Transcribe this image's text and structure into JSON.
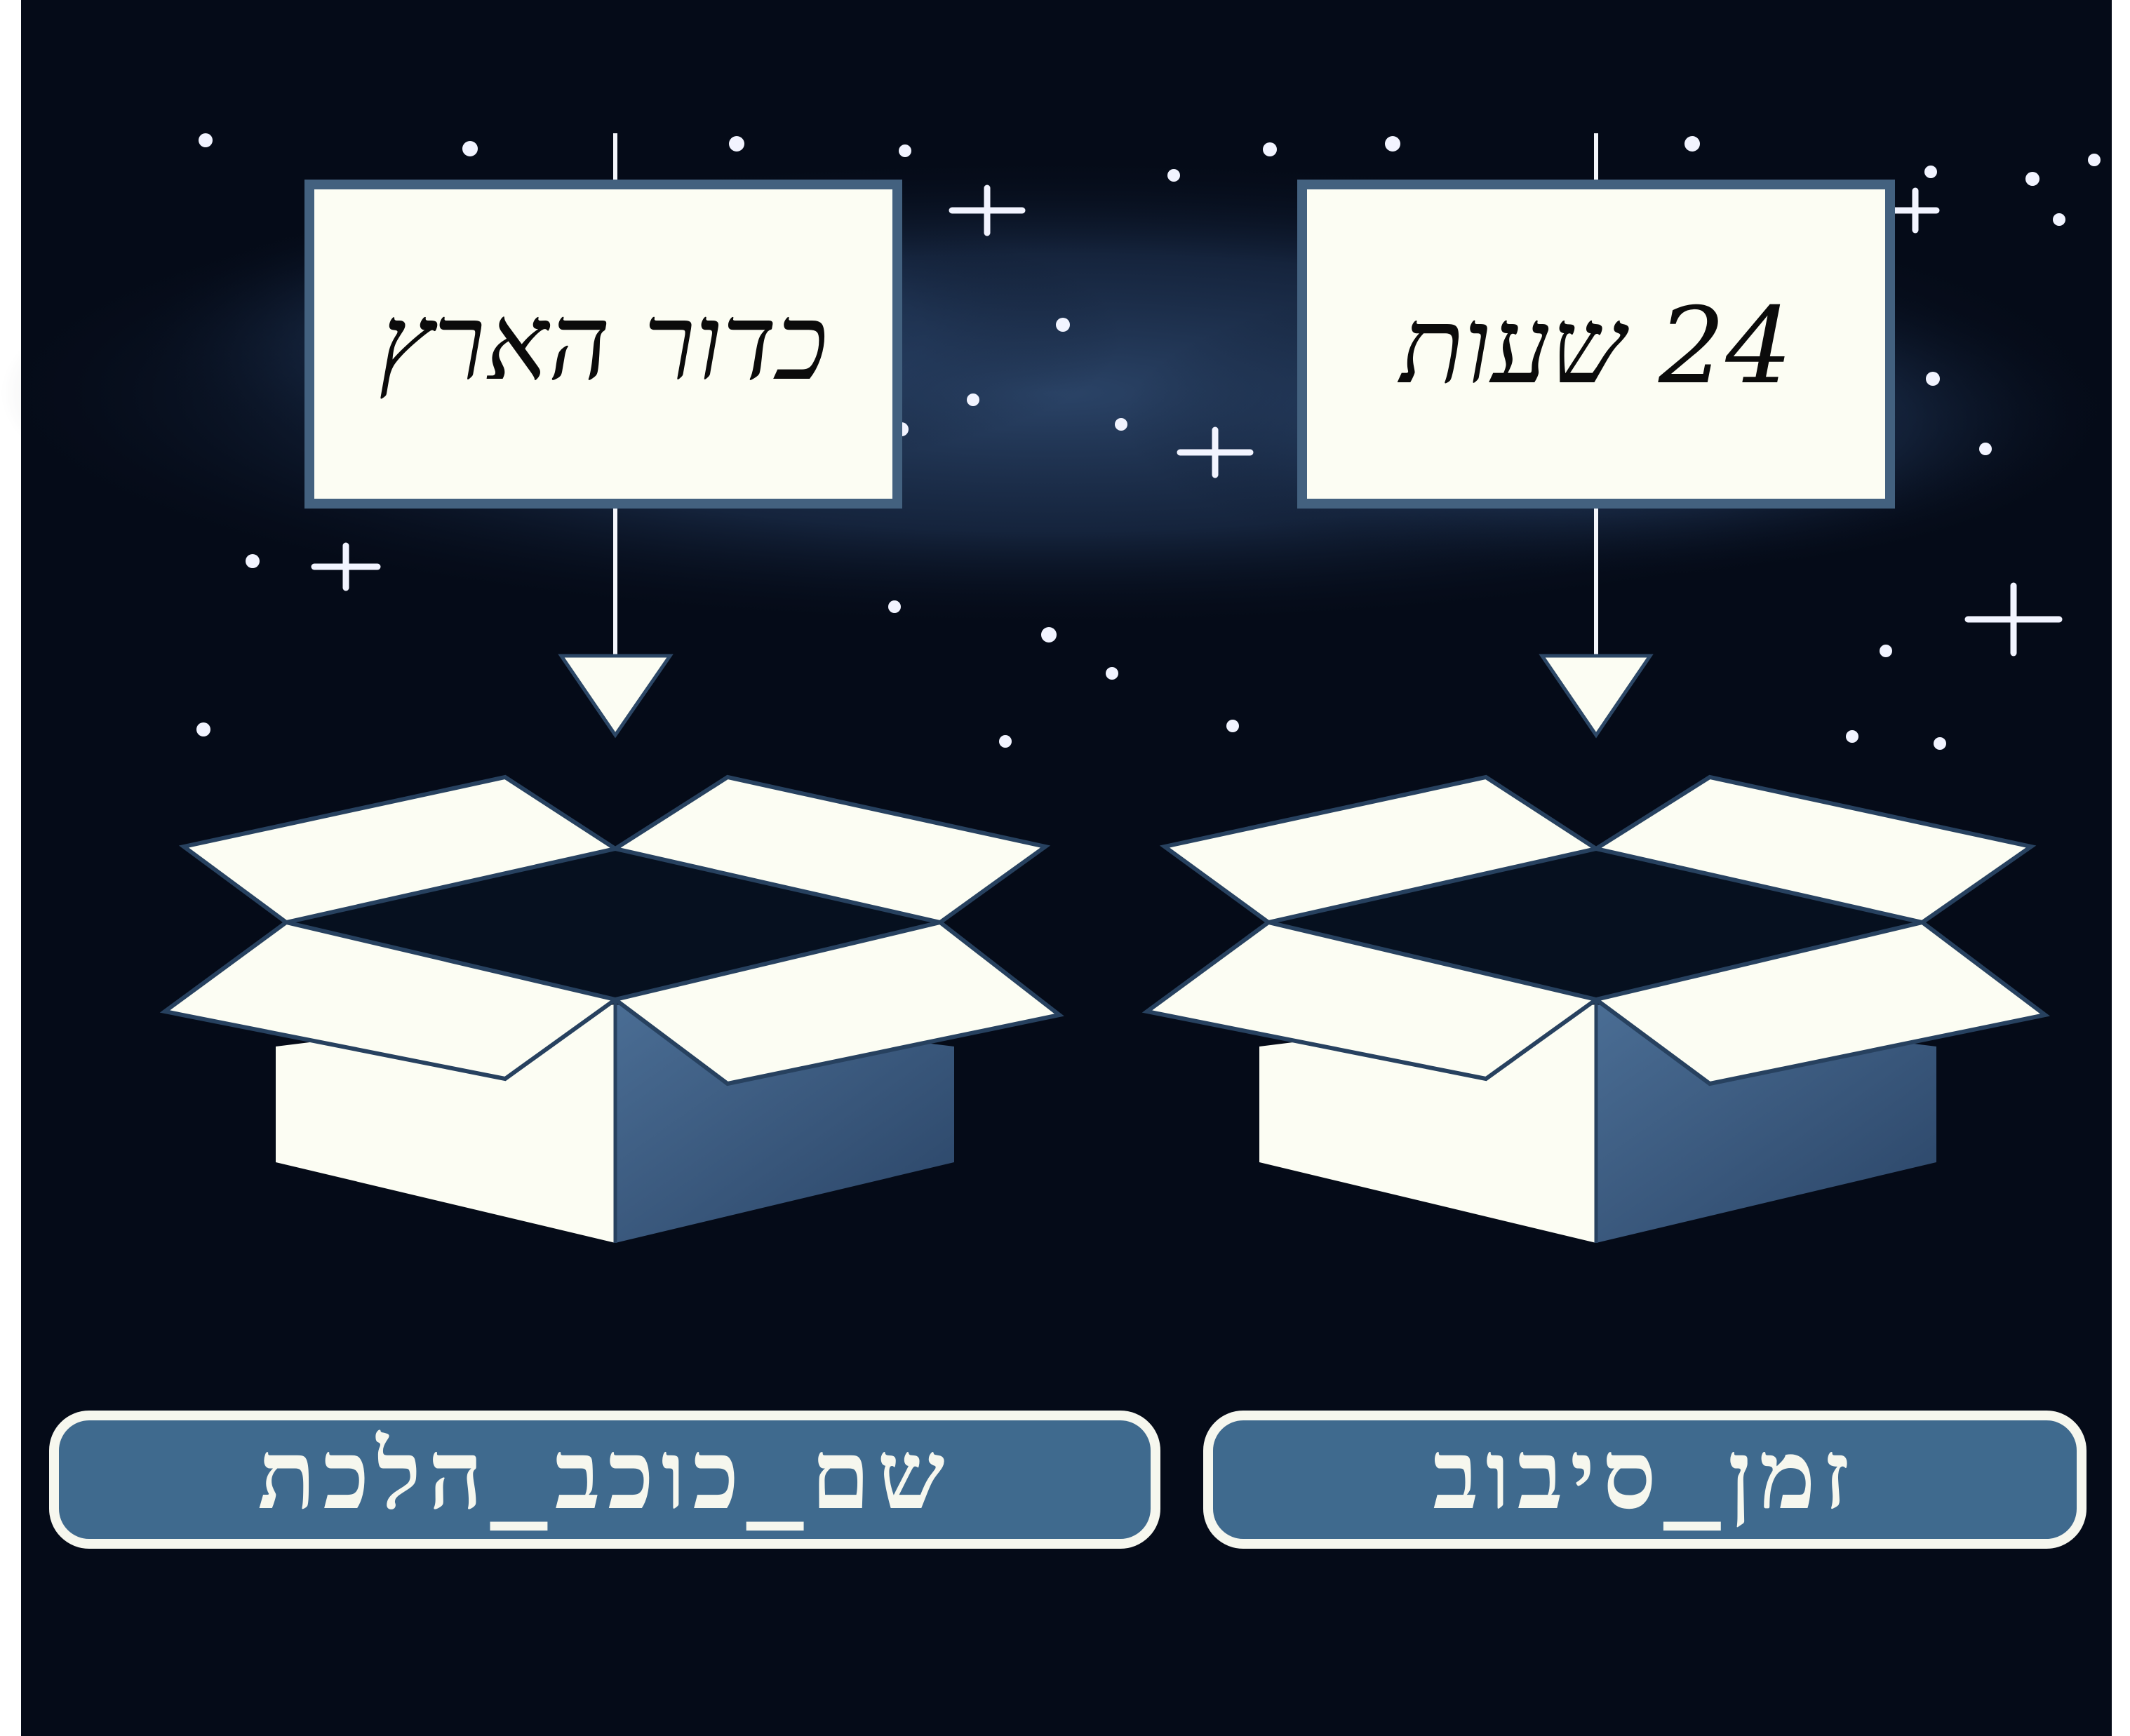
{
  "colors": {
    "background": "#050b18",
    "nebula": "#263a5c",
    "paper": "#fcfdf3",
    "box_shadow_side": "#3c5a80",
    "label_fill": "#3f6a8e",
    "label_border": "#f6f7ee",
    "note_border": "#43617f"
  },
  "variables": [
    {
      "value_note": "כדור הארץ",
      "name_label": "שם_כוכב_הלכת"
    },
    {
      "value_note": "24 שעות",
      "name_label": "זמן_סיבוב"
    }
  ],
  "icons": [
    "star-icon",
    "sparkle-icon",
    "arrow-down-icon",
    "open-box-icon"
  ]
}
